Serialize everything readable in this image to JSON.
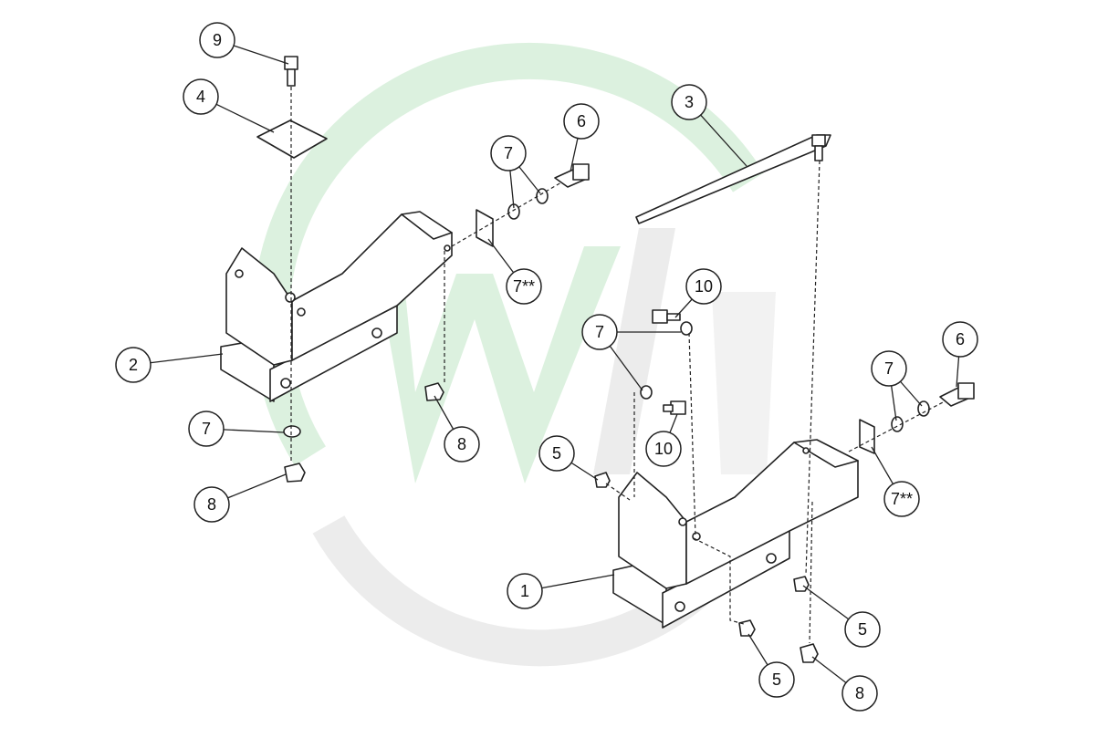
{
  "diagram": {
    "watermark_colors": {
      "green": "#dcf1df",
      "gray": "#ececec"
    },
    "callouts": [
      {
        "label": "9"
      },
      {
        "label": "4"
      },
      {
        "label": "3"
      },
      {
        "label": "6"
      },
      {
        "label": "7"
      },
      {
        "label": "7**"
      },
      {
        "label": "10"
      },
      {
        "label": "7"
      },
      {
        "label": "6"
      },
      {
        "label": "2"
      },
      {
        "label": "7"
      },
      {
        "label": "7"
      },
      {
        "label": "8"
      },
      {
        "label": "10"
      },
      {
        "label": "5"
      },
      {
        "label": "7**"
      },
      {
        "label": "8"
      },
      {
        "label": "1"
      },
      {
        "label": "5"
      },
      {
        "label": "5"
      },
      {
        "label": "8"
      }
    ]
  }
}
